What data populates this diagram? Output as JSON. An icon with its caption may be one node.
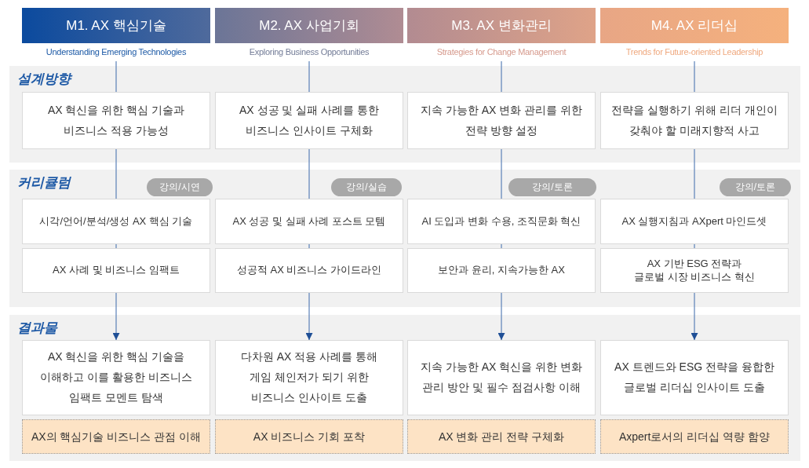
{
  "diagram": {
    "nodes": [
      {
        "text": [
          "M1. AX 핵심기술",
          "Understanding Emerging Technologies"
        ]
      },
      {
        "text": [
          "M2. AX 사업기회",
          "Exploring Business Opportunities"
        ]
      },
      {
        "text": [
          "M3. AX 변화관리",
          "Strategies for Change Management"
        ]
      },
      {
        "text": [
          "M4. AX 리더십",
          "Trends for Future-oriented Leadership"
        ]
      },
      {
        "text": [
          "설계방향"
        ]
      },
      {
        "text": [
          "AX 혁신을 위한 핵심 기술과 비즈니스 적용 가능성"
        ],
        "in": 4
      },
      {
        "text": [
          "AX 성공 및 실패 사례를 통한 비즈니스 인사이트 구체화"
        ],
        "in": 4
      },
      {
        "text": [
          "지속 가능한 AX 변화 관리를 위한 전략 방향 설정"
        ],
        "in": 4
      },
      {
        "text": [
          "전략을 실행하기 위해 리더 개인이 갖춰야 할 미래지향적 사고"
        ],
        "in": 4
      },
      {
        "text": [
          "커리큘럼"
        ]
      },
      {
        "text": [
          "강의/시연"
        ],
        "in": 9
      },
      {
        "text": [
          "강의/실습"
        ],
        "in": 9
      },
      {
        "text": [
          "강의/토론"
        ],
        "in": 9
      },
      {
        "text": [
          "강의/토론"
        ],
        "in": 9
      },
      {
        "text": [
          "시각/언어/분석/생성 AX 핵심 기술"
        ],
        "in": 9
      },
      {
        "text": [
          "AX 성공 및 실패 사례 포스트 모템"
        ],
        "in": 9
      },
      {
        "text": [
          "AI 도입과 변화 수용, 조직문화 혁신"
        ],
        "in": 9
      },
      {
        "text": [
          "AX 실행지침과 AXpert 마인드셋"
        ],
        "in": 9
      },
      {
        "text": [
          "AX 사례 및 비즈니스 임팩트"
        ],
        "in": 9
      },
      {
        "text": [
          "성공적 AX 비즈니스 가이드라인"
        ],
        "in": 9
      },
      {
        "text": [
          "보안과 윤리, 지속가능한 AX"
        ],
        "in": 9
      },
      {
        "text": [
          "AX 기반 ESG 전략과 글로벌 시장 비즈니스 혁신"
        ],
        "in": 9
      },
      {
        "text": [
          "결과물"
        ]
      },
      {
        "text": [
          "AX 혁신을 위한 핵심 기술을 이해하고 이를 활용한 비즈니스 임팩트 모멘트 탐색"
        ],
        "in": 22
      },
      {
        "text": [
          "다차원 AX 적용 사례를 통해 게임 체인저가 되기 위한 비즈니스 인사이트 도출"
        ],
        "in": 22
      },
      {
        "text": [
          "지속 가능한 AX 혁신을 위한 변화 관리 방안 및 필수 점검사항 이해"
        ],
        "in": 22
      },
      {
        "text": [
          "AX 트렌드와 ESG 전략을 융합한 글로벌 리더십 인사이트 도출"
        ],
        "in": 22
      },
      {
        "text": [
          "AX의 핵심기술 비즈니스 관점 이해"
        ],
        "in": 22
      },
      {
        "text": [
          "AX 비즈니스 기회 포착"
        ],
        "in": 22
      },
      {
        "text": [
          "AX 변화 관리 전략 구체화"
        ],
        "in": 22
      },
      {
        "text": [
          "Axpert로서의 리더십 역량 함양"
        ],
        "in": 22
      }
    ],
    "edges": [
      {
        "from": 0,
        "to": 5,
        "arrow": "none"
      },
      {
        "from": 5,
        "to": 14,
        "arrow": "none"
      },
      {
        "from": 14,
        "to": 18,
        "arrow": "none"
      },
      {
        "from": 18,
        "to": 23,
        "arrow": "to"
      },
      {
        "from": 1,
        "to": 6,
        "arrow": "none"
      },
      {
        "from": 6,
        "to": 15,
        "arrow": "none"
      },
      {
        "from": 15,
        "to": 19,
        "arrow": "none"
      },
      {
        "from": 19,
        "to": 24,
        "arrow": "to"
      },
      {
        "from": 2,
        "to": 7,
        "arrow": "none"
      },
      {
        "from": 7,
        "to": 16,
        "arrow": "none"
      },
      {
        "from": 16,
        "to": 20,
        "arrow": "none"
      },
      {
        "from": 20,
        "to": 25,
        "arrow": "to"
      },
      {
        "from": 3,
        "to": 8,
        "arrow": "none"
      },
      {
        "from": 8,
        "to": 17,
        "arrow": "none"
      },
      {
        "from": 17,
        "to": 21,
        "arrow": "none"
      },
      {
        "from": 21,
        "to": 26,
        "arrow": "to"
      }
    ]
  }
}
